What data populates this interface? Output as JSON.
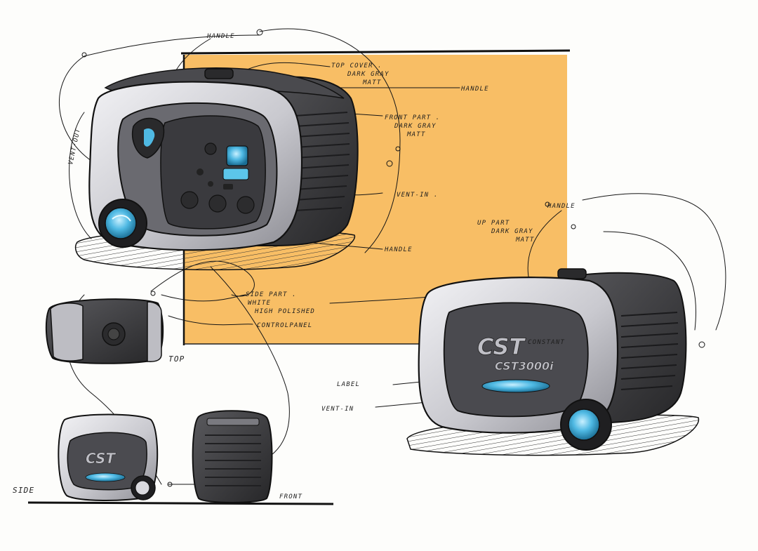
{
  "labels": {
    "handle_top": "HANDLE",
    "vent_out": "VENT-OUT",
    "top_cover_1": "TOP COVER .",
    "top_cover_2": "DARK GRAY",
    "top_cover_3": "MATT",
    "handle_right": "HANDLE",
    "front_part_1": "FRONT PART .",
    "front_part_2": "DARK GRAY",
    "front_part_3": "MATT",
    "vent_in_1": "VENT-IN .",
    "handle_mid": "HANDLE",
    "up_part_handle": "HANDLE",
    "up_part_1": "UP PART",
    "up_part_2": "DARK GRAY",
    "up_part_3": "MATT",
    "side_part_1": "SIDE PART .",
    "side_part_2": "WHITE",
    "side_part_3": "HIGH POLISHED",
    "control_panel": "CONTROLPANEL",
    "top_view": "TOP",
    "label": "LABEL",
    "vent_in_2": "VENT-IN",
    "side_view": "SIDE",
    "front_view": "FRONT"
  },
  "logo": {
    "brand": "CST",
    "tagline": "CONSTANT",
    "model": "CST3000i",
    "brand_small": "CST"
  },
  "colors": {
    "backdrop": "#f7b95a",
    "body_dark": "#3b3b3d",
    "shell_light": "#d9d9de",
    "accent_blue": "#4fb9e3",
    "ink": "#151515"
  }
}
